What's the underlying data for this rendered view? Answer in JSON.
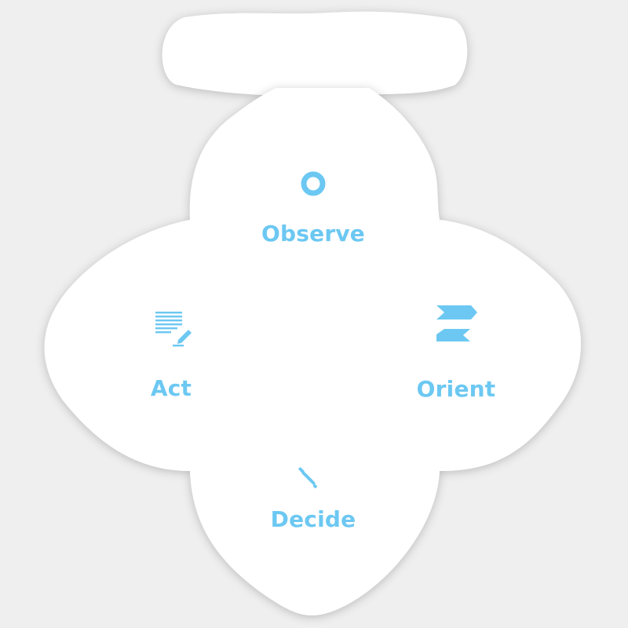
{
  "diagram": {
    "title_banner": "",
    "nodes": [
      {
        "id": "observe",
        "label": "Observe",
        "icon": "ring-icon"
      },
      {
        "id": "orient",
        "label": "Orient",
        "icon": "chevron-stack-icon"
      },
      {
        "id": "decide",
        "label": "Decide",
        "icon": "drill-bit-icon"
      },
      {
        "id": "act",
        "label": "Act",
        "icon": "notes-pencil-icon"
      }
    ]
  },
  "colors": {
    "background": "#efefef",
    "shape": "#ffffff",
    "accent": "#6cc8f2"
  }
}
